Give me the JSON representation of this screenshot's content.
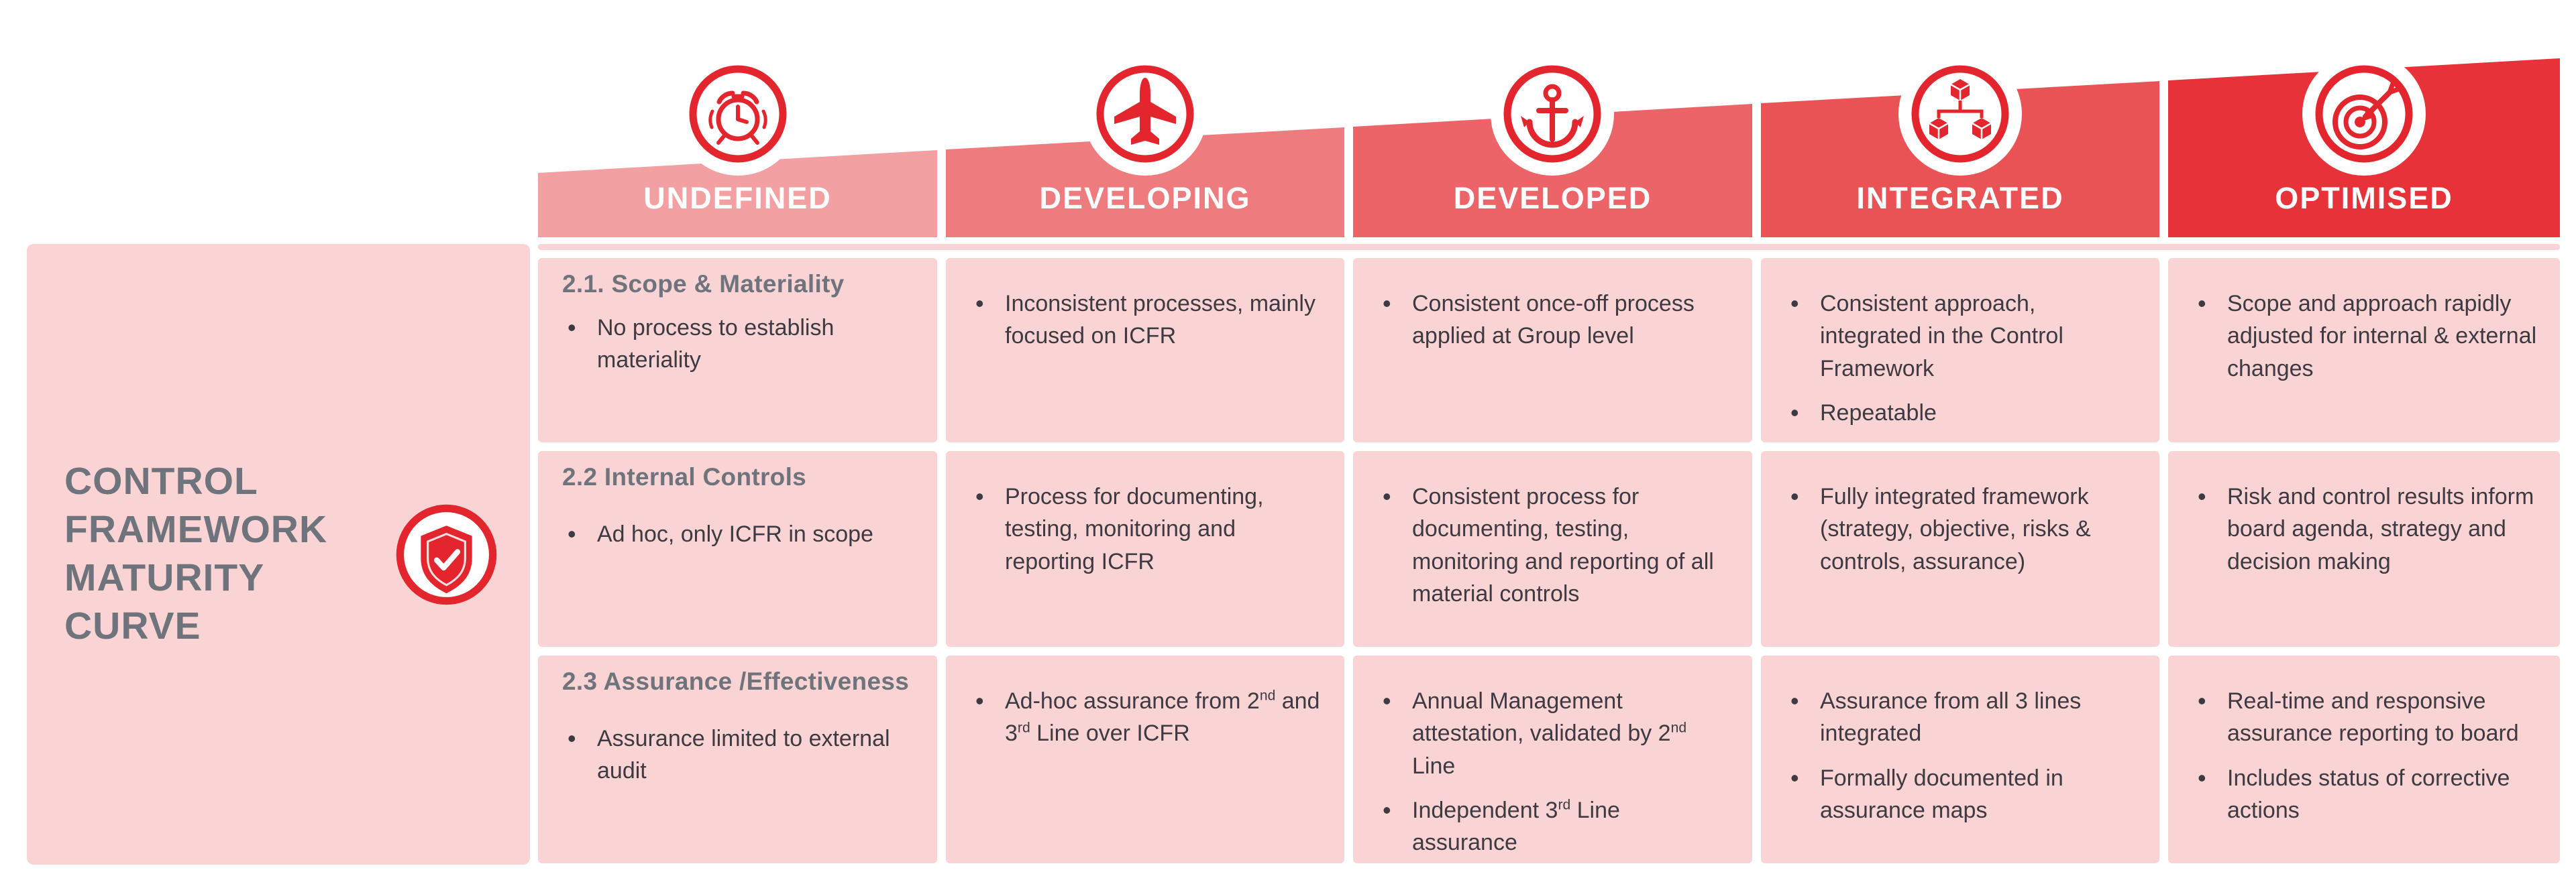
{
  "left_panel": {
    "title_lines": [
      "CONTROL",
      "FRAMEWORK",
      "MATURITY CURVE"
    ],
    "icon": "shield-check-icon"
  },
  "columns": [
    {
      "label": "UNDEFINED",
      "icon": "alarm-clock-icon",
      "band_color": "#f2a0a2"
    },
    {
      "label": "DEVELOPING",
      "icon": "airplane-icon",
      "band_color": "#ee7c7e"
    },
    {
      "label": "DEVELOPED",
      "icon": "anchor-icon",
      "band_color": "#ec6467"
    },
    {
      "label": "INTEGRATED",
      "icon": "cubes-icon",
      "band_color": "#ea5356"
    },
    {
      "label": "OPTIMISED",
      "icon": "target-arrow-icon",
      "band_color": "#e63238"
    }
  ],
  "rows": [
    {
      "title": "2.1. Scope & Materiality",
      "cells": [
        [
          "No process to establish materiality"
        ],
        [
          "Inconsistent processes, mainly focused on ICFR"
        ],
        [
          "Consistent once-off process applied at Group level"
        ],
        [
          "Consistent approach, integrated in the Control Framework",
          "Repeatable"
        ],
        [
          "Scope and approach rapidly adjusted for internal & external changes"
        ]
      ]
    },
    {
      "title": "2.2 Internal Controls",
      "cells": [
        [
          "Ad hoc, only ICFR in scope"
        ],
        [
          "Process for documenting, testing, monitoring and reporting ICFR"
        ],
        [
          "Consistent process for documenting, testing, monitoring and reporting of all material controls"
        ],
        [
          "Fully integrated framework (strategy, objective, risks & controls, assurance)"
        ],
        [
          "Risk and control results inform board agenda, strategy and decision making"
        ]
      ]
    },
    {
      "title": "2.3 Assurance /Effectiveness",
      "cells": [
        [
          "Assurance limited to external audit"
        ],
        [
          "Ad-hoc assurance from 2nd and 3rd Line over ICFR"
        ],
        [
          "Annual Management attestation, validated by 2nd Line",
          "Independent 3rd Line assurance"
        ],
        [
          "Assurance from all 3 lines integrated",
          "Formally documented in assurance maps"
        ],
        [
          "Real-time and responsive assurance reporting to board",
          "Includes status of corrective actions"
        ]
      ]
    }
  ],
  "colors": {
    "cell_pink": "#fad4d4",
    "title_gray": "#6f747c",
    "body_text": "#3d3a41",
    "icon_red": "#e3262e"
  }
}
